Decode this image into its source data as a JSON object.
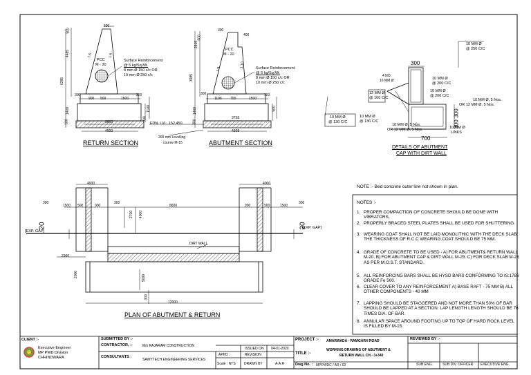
{
  "drawing": {
    "return_section_title": "RETURN SECTION",
    "abutment_section_title": "ABUTMENT SECTION",
    "details_title_1": "DETAILS OF ABUTMENT",
    "details_title_2": "CAP WITH DIRT WALL",
    "plan_title": "PLAN OF ABUTMENT & RETURN",
    "plan_note": "NOTE :- Bed concrete outer line not shown in plan.",
    "return": {
      "top_width": "500",
      "slope_left": "7.5",
      "slope_right": "1.6",
      "pcc1": "PCC",
      "pcc2": "M - 20",
      "surf1": "Surface Reinforcement",
      "surf2": "@ 5 kg/Sq.Mt.",
      "surf3": "8 mm Ø 150 c/c OR",
      "surf4": "10 mm Ø 250 c/c",
      "dim_300a": "300",
      "dim_900": "900",
      "dim_500": "500",
      "dim_1500": "1500",
      "dim_300b": "300",
      "dim_3600": "3600",
      "dim_4000": "4000",
      "v_6285": "6285",
      "v_4485": "4485",
      "v_1400": "1400",
      "v_500": "500",
      "v_100": "100",
      "v_1100": "1100",
      "v_300": "300"
    },
    "fdn_level": "FDN. LVL. 152.450",
    "levelling1": "200 mm Levelling",
    "levelling2": "course M-15",
    "abutment": {
      "d300": "300",
      "d400": "400",
      "slope_l": "1.9",
      "slope_r": "1.10",
      "pcc1": "PCC",
      "pcc2": "M - 20",
      "surf1": "Surface Reinforcement",
      "surf2": "@ 5 kg/Sq.Mt.",
      "surf3": "8 mm Ø 150 c/c OR",
      "surf4": "10 mm Ø 250 c/c",
      "d300b": "300",
      "d1196": "1196",
      "d700": "700",
      "d1500": "1500",
      "d300c": "300",
      "d3758": "3758",
      "d4358": "4358",
      "v_3985": "3985",
      "v_2815": "2815",
      "v_600": "600",
      "v_1400": "1400",
      "v_300": "300",
      "v_500": "500"
    },
    "details": {
      "r1": "10 MM Ø",
      "r1b": "@ 250 C/C",
      "top300": "300",
      "n4a": "4 NO.",
      "n4b": "16 MM Ø",
      "r2a": "10 MM Ø",
      "r2b": "@ 200 C/C",
      "r3a": "12 MM Ø",
      "r3b": "@ 100 C/C",
      "r4a": "10 MM Ø",
      "r4b": "@ 200 C/C",
      "r5a": "10 MM Ø, 5 Nos.",
      "r5b": "OR 12 MM Ø, 5 Nos.",
      "r6a": "10 MM Ø",
      "r6b": "@ 130 C/C",
      "r7a": "10 MM Ø",
      "r7b": "@ 130 C/C",
      "r8a": "10 MM Ø, 5 Nos.",
      "r8b": "OR 12 MM Ø, 5 Nos.",
      "r9a": "10 MM Ø",
      "r9b": "LINKS",
      "v300a": "300",
      "v300b": "300",
      "bot700": "700"
    },
    "plan": {
      "top4000a": "4000",
      "top4000b": "4000",
      "d300a": "300",
      "d1500a": "1500",
      "d500a": "500",
      "d900a": "900",
      "d300b": "300",
      "d8600": "8600",
      "d900b": "900",
      "d500b": "500",
      "d1500b": "1500",
      "d300c": "300",
      "d20a": "20",
      "d20b": "20",
      "exp_left": "[EXP. GAP]",
      "exp_right": "[EXP. GAP]",
      "d2700": "2700",
      "d4000": "4000",
      "dirt_wall": "DIRT WALL",
      "d2360": "2360",
      "d2000": "2000",
      "d5000": "5000",
      "d300d": "300",
      "d12000": "12000"
    }
  },
  "notes": {
    "heading": "NOTES :-",
    "items": [
      {
        "n": "1.",
        "text": "PROPER COMPACTION OF CONCRETE SHOULD BE DONE WITH VIBRATORS."
      },
      {
        "n": "2.",
        "text": "PROPERLY BRACED STEEL PLATES SHALL BE USED FOR SHUTTERING."
      },
      {
        "n": "3.",
        "text": "WEARING COAT SHALL NOT BE LAID MONOLITHIC WITH THE DECK SLAB. THE THICKNESS OF R.C.C WEARING COAT SHOULD BE 75 MM."
      },
      {
        "n": "4.",
        "text": "GRADE OF CONCRETE TO BE USED - A) FOR ABUTMENT& RETURN WALL M-20. B) FOR ABUTMENT CAP & DIRT WALL M-25. C) FOR DECK SLAB M-25 AS PER M.O.S.T. STANDARD."
      },
      {
        "n": "5.",
        "text": "ALL REINFORCING BARS SHALL BE HYSD BARS CONFORMING TO IS:1786 GRADE Fe 500."
      },
      {
        "n": "6.",
        "text": "CLEAR COVER TO ANY REINFORCEMENT A) BASE RAFT - 75 MM B) ALL OTHER COMPONENTS - 40 MM"
      },
      {
        "n": "7.",
        "text": "LAPPING SHOULD BE STAGGERED AND NOT MORE THAN 50% OF BAR SHOULD BE LAPPED AT A SECTION. LAP LENGTH LENGTH SHOULD BE 76 TIMES DIA. OF BAR."
      },
      {
        "n": "8.",
        "text": "ANNULAR SPACE AROUND FOOTING UP TO TOP OF HARD ROCK LEVEL IS FILLED BY M-15."
      }
    ]
  },
  "titleblock": {
    "client_label": "CLIENT :-",
    "client1": "Executive Engineer",
    "client2": "MP PWD Division",
    "client3": "CHHINDWARA",
    "submitted_label": "SUBMITTED BY :-",
    "contractor_label": "CONTRACTOR, :-",
    "contractor_name": "M/s RAJARAM CONSTRUCTION",
    "consultants_label": "CONSULTANTS :",
    "consultants_name": "SAWYTECH ENGINEERING SERVICES",
    "issued_on_label": "ISSUED ON",
    "issued_on_value": "04-01-2020",
    "appd_label": "APPD :",
    "revision_label": "REVISION",
    "scale_label": "Scale : NTS",
    "drawn_label": "DRAWN BY",
    "drawn_value": "A.A.R",
    "project_label": "PROJECT :-",
    "project_value": "AMARWADA - RAMGARH ROAD",
    "title_label": "TITLE :-",
    "title_value1": "WORKING DRAWING OF ABUTMENT &",
    "title_value2": "RETURN WALL CH.- 3+340",
    "dwg_label": "Dwg No. :",
    "dwg_value": "MPPWDC / AR / 02",
    "reviewed_label": "REVIEWED BY :-",
    "sub_eng": "SUB ENG.",
    "sub_div": "SUB DIV. OFFICER",
    "exec_eng": "EXECUTIVE ENG."
  }
}
